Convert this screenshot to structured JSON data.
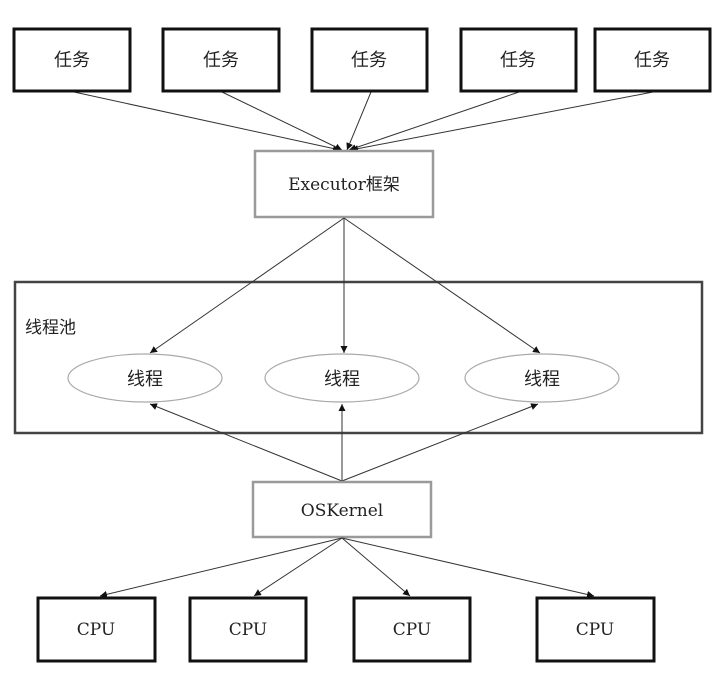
{
  "tasks": [
    {
      "label": "任务"
    },
    {
      "label": "任务"
    },
    {
      "label": "任务"
    },
    {
      "label": "任务"
    },
    {
      "label": "任务"
    }
  ],
  "executor": {
    "label": "Executor框架"
  },
  "pool": {
    "label": "线程池"
  },
  "threads": [
    {
      "label": "线程"
    },
    {
      "label": "线程"
    },
    {
      "label": "线程"
    }
  ],
  "kernel": {
    "label": "OSKernel"
  },
  "cpus": [
    {
      "label": "CPU"
    },
    {
      "label": "CPU"
    },
    {
      "label": "CPU"
    },
    {
      "label": "CPU"
    }
  ],
  "colors": {
    "dark_border": "#111111",
    "gray_border": "#9a9a9a",
    "line": "#333333"
  }
}
